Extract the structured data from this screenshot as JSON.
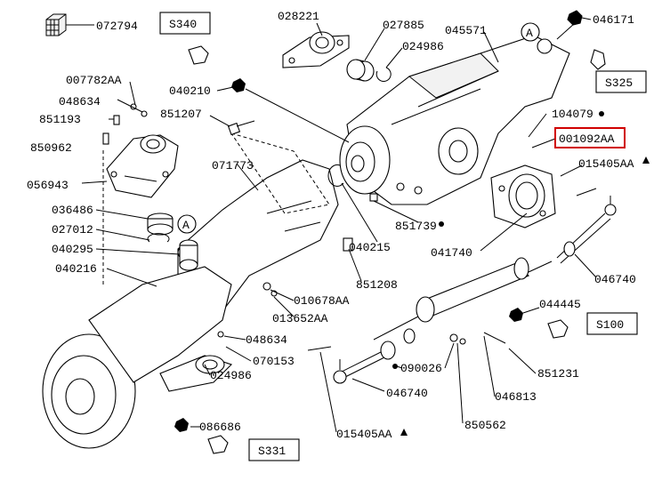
{
  "labels": {
    "l072794": "072794",
    "l028221": "028221",
    "l027885": "027885",
    "l024986a": "024986",
    "l045571": "045571",
    "l046171": "046171",
    "l007782": "007782AA",
    "l048634a": "048634",
    "l851193": "851193",
    "l850962": "850962",
    "l056943": "056943",
    "l040210": "040210",
    "l851207": "851207",
    "l104079": "104079",
    "l001092": "001092AA",
    "l015405a": "015405AA",
    "l071773": "071773",
    "l036486": "036486",
    "l027012": "027012",
    "l040295": "040295",
    "l040216": "040216",
    "l851739": "851739",
    "l040215": "040215",
    "l041740": "041740",
    "l851208": "851208",
    "l010678": "010678AA",
    "l013652": "013652AA",
    "l046740a": "046740",
    "l044445": "044445",
    "l048634b": "048634",
    "l070153": "070153",
    "l090026": "090026",
    "l851231": "851231",
    "l024986b": "024986",
    "l046740b": "046740",
    "l046813": "046813",
    "l086686": "086686",
    "l850562": "850562",
    "l015405b": "015405AA"
  },
  "refs": {
    "s340": "S340",
    "s325": "S325",
    "s100": "S100",
    "s331": "S331"
  },
  "callouts": {
    "a_top": "A",
    "a_mid": "A"
  },
  "highlight_color": "#d00000"
}
